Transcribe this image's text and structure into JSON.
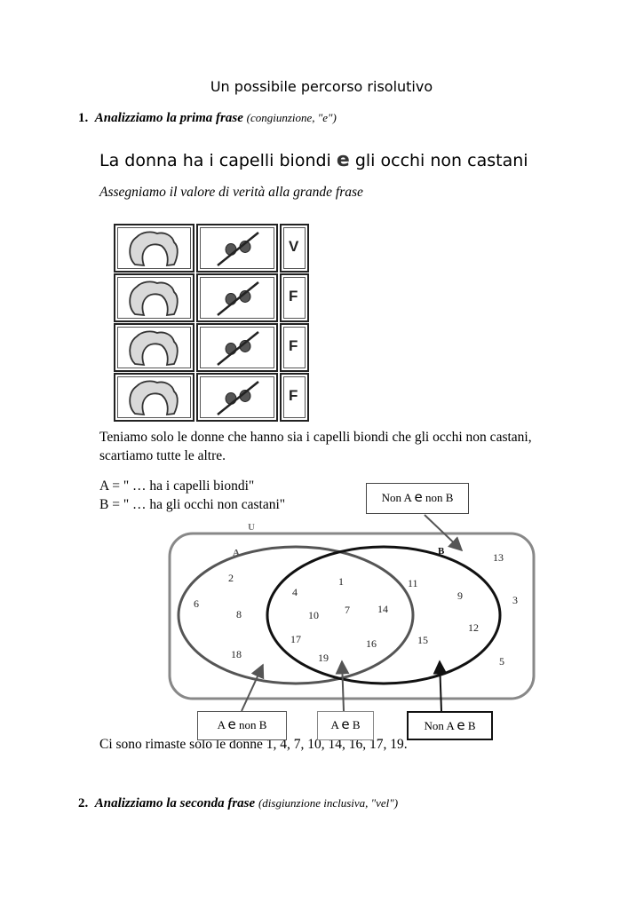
{
  "title": "Un possibile percorso risolutivo",
  "section1": {
    "number": "1.",
    "heading": "Analizziamo la prima frase",
    "note": "(congiunzione, \"e\")",
    "sentence_before": "La donna ha i capelli biondi",
    "sentence_conj": "e",
    "sentence_after": "gli occhi non castani",
    "instruction": "Assegniamo il valore di verità alla grande frase"
  },
  "truth_table": {
    "rows": [
      {
        "value": "V"
      },
      {
        "value": "F"
      },
      {
        "value": "F"
      },
      {
        "value": "F"
      }
    ]
  },
  "paragraph1_line1": "Teniamo solo le donne che hanno sia i capelli biondi che gli occhi non castani,",
  "paragraph1_line2": "scartiamo tutte le altre.",
  "def_a": "A = \" … ha i capelli biondi\"",
  "def_b": "B = \" … ha gli occhi non castani\"",
  "venn": {
    "universe_label": "U",
    "set_a_label": "A",
    "set_b_label": "B",
    "numbers": [
      "2",
      "6",
      "8",
      "18",
      "4",
      "1",
      "10",
      "7",
      "14",
      "17",
      "16",
      "19",
      "11",
      "9",
      "15",
      "12",
      "13",
      "3",
      "5"
    ]
  },
  "callouts": {
    "top": {
      "pre": "Non A",
      "conj": "e",
      "post": "non B"
    },
    "left": {
      "pre": "A",
      "conj": "e",
      "post": "non B"
    },
    "middle": {
      "pre": "A",
      "conj": "e",
      "post": "B"
    },
    "right": {
      "pre": "Non A",
      "conj": "e",
      "post": "B"
    }
  },
  "conclusion": "Ci sono rimaste solo le donne 1, 4, 7, 10, 14, 16, 17, 19.",
  "section2": {
    "number": "2.",
    "heading": "Analizziamo la seconda frase",
    "note": "(disgiunzione inclusiva, \"vel\")"
  },
  "colors": {
    "hair_fill": "#d9d9d9",
    "eye_fill": "#555555",
    "line": "#222222"
  }
}
